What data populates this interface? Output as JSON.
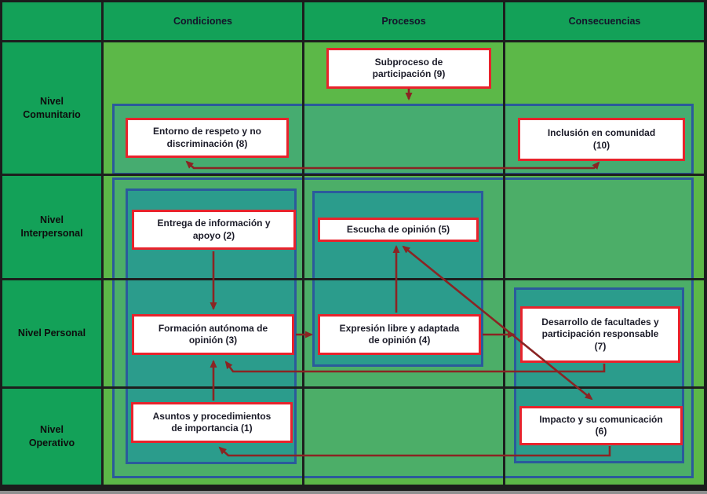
{
  "diagram": {
    "type": "matrix-flow-diagram",
    "column_headers": [
      {
        "label": "Condiciones"
      },
      {
        "label": "Procesos"
      },
      {
        "label": "Consecuencias"
      }
    ],
    "row_headers": [
      {
        "label": "Nivel\nComunitario"
      },
      {
        "label": "Nivel\nInterpersonal"
      },
      {
        "label": "Nivel Personal"
      },
      {
        "label": "Nivel\nOperativo"
      }
    ],
    "boxes": [
      {
        "id": 1,
        "label": "Asuntos y procedimientos\nde importancia (1)",
        "row": "Nivel Operativo",
        "column": "Condiciones"
      },
      {
        "id": 2,
        "label": "Entrega de información y\napoyo  (2)",
        "row": "Nivel Interpersonal",
        "column": "Condiciones"
      },
      {
        "id": 3,
        "label": "Formación autónoma de\nopinión (3)",
        "row": "Nivel Personal",
        "column": "Condiciones"
      },
      {
        "id": 4,
        "label": "Expresión libre y adaptada\nde opinión (4)",
        "row": "Nivel Personal",
        "column": "Procesos"
      },
      {
        "id": 5,
        "label": "Escucha de opinión (5)",
        "row": "Nivel Interpersonal",
        "column": "Procesos"
      },
      {
        "id": 6,
        "label": "Impacto y su comunicación\n(6)",
        "row": "Nivel Operativo",
        "column": "Consecuencias"
      },
      {
        "id": 7,
        "label": "Desarrollo de facultades y\nparticipación responsable\n(7)",
        "row": "Nivel Personal",
        "column": "Consecuencias"
      },
      {
        "id": 8,
        "label": "Entorno de respeto y no\ndiscriminación (8)",
        "row": "Nivel Comunitario",
        "column": "Condiciones"
      },
      {
        "id": 9,
        "label": "Subproceso de\nparticipación (9)",
        "row": "Nivel Comunitario",
        "column": "Procesos"
      },
      {
        "id": 10,
        "label": "Inclusión en comunidad\n(10)",
        "row": "Nivel Comunitario",
        "column": "Consecuencias"
      }
    ],
    "connections": [
      {
        "from": 9,
        "to": "nivel-comunitario-container",
        "heads": "end"
      },
      {
        "from": 10,
        "to": 8,
        "heads": "both"
      },
      {
        "from": 2,
        "to": 3,
        "heads": "end"
      },
      {
        "from": 1,
        "to": 3,
        "heads": "end"
      },
      {
        "from": 3,
        "to": 4,
        "heads": "end"
      },
      {
        "from": 4,
        "to": 5,
        "heads": "end"
      },
      {
        "from": 4,
        "to": 7,
        "heads": "end"
      },
      {
        "from": 5,
        "to": 6,
        "heads": "both"
      },
      {
        "from": 7,
        "to": 3,
        "heads": "end"
      },
      {
        "from": 6,
        "to": 1,
        "heads": "end"
      }
    ],
    "colors": {
      "header_green": "#13a158",
      "content_green": "#5cb848",
      "container_green": "#4cae68",
      "subcontainer_teal": "#2b9c8c",
      "container_border_blue": "#2b5a9c",
      "box_border_red": "#e8232c",
      "arrow_dark_red": "#8a2423",
      "grid_line": "#1d1f1e"
    }
  }
}
